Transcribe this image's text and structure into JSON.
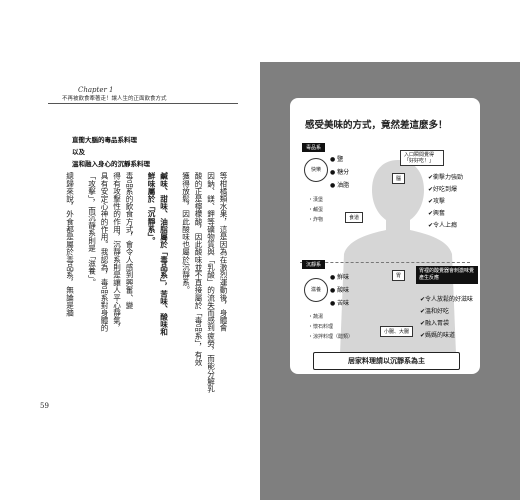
{
  "left_page": {
    "chapter_en": "Chapter 1",
    "chapter_zh": "不再被飲食牽著走！讓人生的正面飲食方式",
    "highlight_lines": [
      "直衝大腦的毒品系料理",
      "以及",
      "溫和融入身心的沉靜系料理"
    ],
    "columns": [
      {
        "text": "等柑橘類水果，這是因為在激烈運動後，身體會",
        "bold": false
      },
      {
        "text": "因鈉、鎂、鉀等礦物質與「乳酸」的流失而感到疲勞，而能分解乳",
        "bold": false
      },
      {
        "text": "酸的正是檸檬酸，因此酸味並不直接屬於「毒品系」，有效",
        "bold": false
      },
      {
        "text": "獲得放鬆，因此酸味也屬於沉靜系。",
        "bold": false
      },
      {
        "text": "鹹味、甜味、油脂屬於「毒品系」，苦味、酸味和",
        "bold": true
      },
      {
        "text": "鮮味屬於「沉靜系」。",
        "bold": true
      },
      {
        "text": "毒品系的飲食方式，會令人感到興奮、變",
        "bold": false
      },
      {
        "text": "得有攻擊性的作用，沉靜系則是讓人平心靜氣，",
        "bold": false
      },
      {
        "text": "具有安定心神的作用。我認為，毒品系對身體的",
        "bold": false
      },
      {
        "text": "「攻擊」，而沉靜系則是「滋養」。",
        "bold": false
      },
      {
        "text": "總歸來說，外食都是屬於毒品系，無論是牆",
        "bold": false
      }
    ],
    "page_number": "59"
  },
  "diagram": {
    "title": "感受美味的方式，竟然差這麼多！",
    "top_tag": "毒品系",
    "top_circle": "快樂",
    "top_items": [
      "鹽",
      "糖分",
      "油脂"
    ],
    "top_foods": [
      "漢堡",
      "鹹蛋",
      "炸物"
    ],
    "brain_label": "腦",
    "throat_label": "食道",
    "bubble_top": "入口瞬間覺得「好好吃！」",
    "top_effects": [
      "衝擊力強勁",
      "好吃到爆",
      "攻擊",
      "興奮",
      "令人上癮"
    ],
    "bottom_tag": "沉靜系",
    "bottom_circle": "滋養",
    "bottom_items": [
      "鮮味",
      "酸味",
      "苦味"
    ],
    "bottom_foods": [
      "蔬湯",
      "懷石料理",
      "涼拌料理（醋類）"
    ],
    "stomach_label": "胃",
    "bubble_bottom": "胃裡的酸覺器會刺激味覺產生反應",
    "intestine_label": "小腸、大腸",
    "bottom_effects": [
      "令人放鬆的好滋味",
      "溫和好吃",
      "融入胃袋",
      "媽媽的味道"
    ],
    "footer": "居家料理請以沉靜系為主"
  }
}
